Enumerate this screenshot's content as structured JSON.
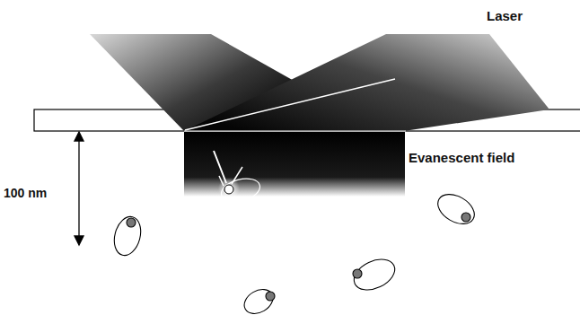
{
  "diagram": {
    "labels": [
      "Laser",
      "Evanescent field",
      "100 nm"
    ]
  }
}
